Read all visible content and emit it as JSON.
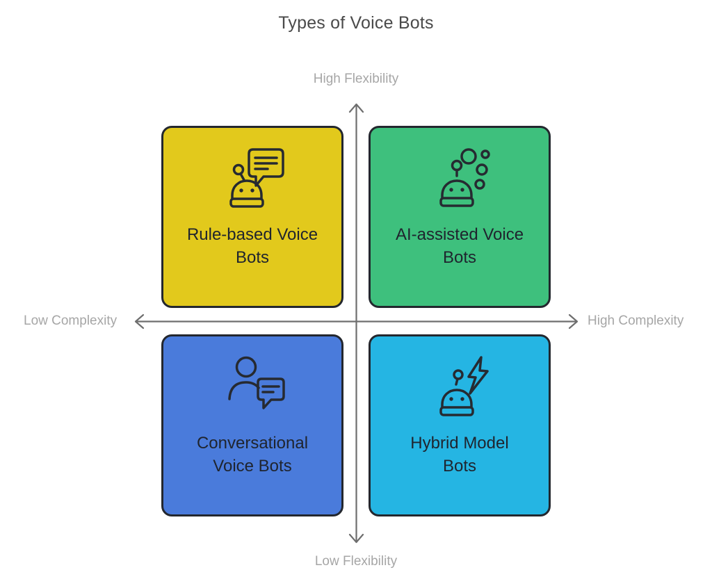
{
  "title": "Types of Voice Bots",
  "axes": {
    "top": "High Flexibility",
    "bottom": "Low Flexibility",
    "left": "Low Complexity",
    "right": "High Complexity"
  },
  "quadrants": [
    {
      "position": "top-left",
      "label": "Rule-based Voice\nBots",
      "color": "#e2c91c",
      "icon": "bot-chat-icon"
    },
    {
      "position": "top-right",
      "label": "AI-assisted Voice\nBots",
      "color": "#3ec07d",
      "icon": "bot-bubbles-icon"
    },
    {
      "position": "bottom-left",
      "label": "Conversational\nVoice Bots",
      "color": "#4a7bdb",
      "icon": "person-chat-icon"
    },
    {
      "position": "bottom-right",
      "label": "Hybrid Model\nBots",
      "color": "#25b5e3",
      "icon": "bot-lightning-icon"
    }
  ],
  "colors": {
    "background": "#ffffff",
    "title_text": "#4a4a4a",
    "axis_label_text": "#a6a6a6",
    "axis_arrow": "#6e6e6e",
    "box_border": "#23272e",
    "box_label_text": "#1f242e",
    "icon_stroke": "#262a31",
    "q_yellow": "#e2c91c",
    "q_green": "#3ec07d",
    "q_blue": "#4a7bdb",
    "q_cyan": "#25b5e3"
  }
}
